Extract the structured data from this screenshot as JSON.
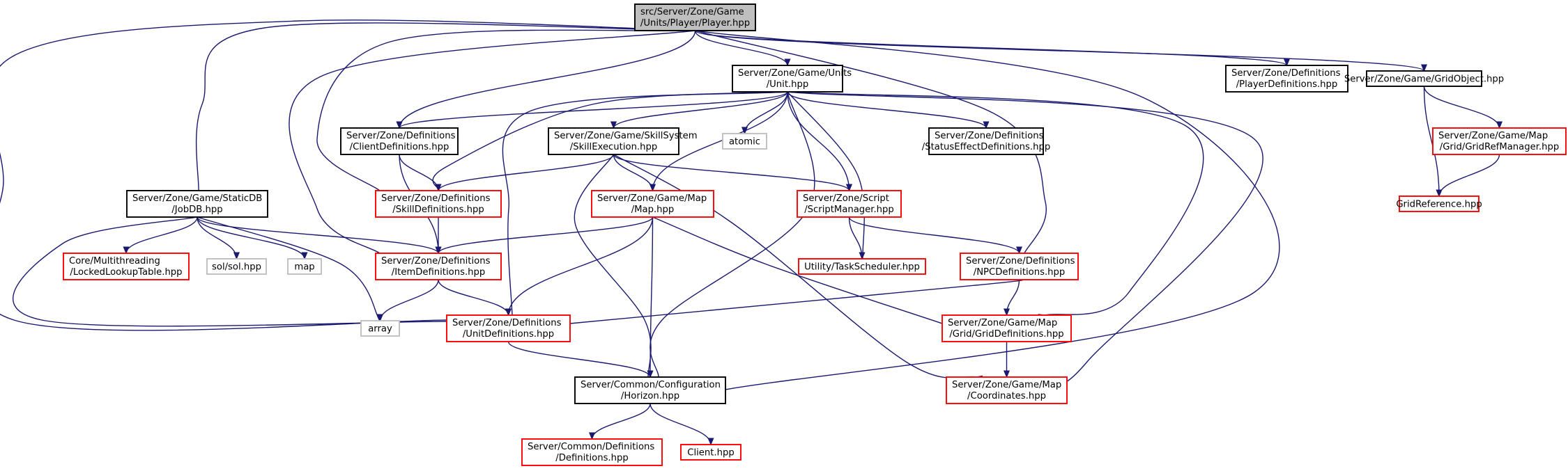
{
  "graph": {
    "nodes": [
      {
        "id": "player",
        "lines": [
          "src/Server/Zone/Game",
          "/Units/Player/Player.hpp"
        ],
        "style": "root"
      },
      {
        "id": "unit",
        "lines": [
          "Server/Zone/Game/Units",
          "/Unit.hpp"
        ],
        "style": "normal"
      },
      {
        "id": "playerdefs",
        "lines": [
          "Server/Zone/Definitions",
          "/PlayerDefinitions.hpp"
        ],
        "style": "normal"
      },
      {
        "id": "gridobject",
        "lines": [
          "Server/Zone/Game/GridObject.hpp"
        ],
        "style": "normal"
      },
      {
        "id": "clientdefs",
        "lines": [
          "Server/Zone/Definitions",
          "/ClientDefinitions.hpp"
        ],
        "style": "normal"
      },
      {
        "id": "skillexec",
        "lines": [
          "Server/Zone/Game/SkillSystem",
          "/SkillExecution.hpp"
        ],
        "style": "normal"
      },
      {
        "id": "atomic",
        "lines": [
          "atomic"
        ],
        "style": "external"
      },
      {
        "id": "statuseffect",
        "lines": [
          "Server/Zone/Definitions",
          "/StatusEffectDefinitions.hpp"
        ],
        "style": "normal"
      },
      {
        "id": "gridrefmgr",
        "lines": [
          "Server/Zone/Game/Map",
          "/Grid/GridRefManager.hpp"
        ],
        "style": "truncated"
      },
      {
        "id": "jobdb",
        "lines": [
          "Server/Zone/Game/StaticDB",
          "/JobDB.hpp"
        ],
        "style": "normal"
      },
      {
        "id": "skilldefs",
        "lines": [
          "Server/Zone/Definitions",
          "/SkillDefinitions.hpp"
        ],
        "style": "truncated"
      },
      {
        "id": "map",
        "lines": [
          "Server/Zone/Game/Map",
          "/Map.hpp"
        ],
        "style": "truncated"
      },
      {
        "id": "scriptmgr",
        "lines": [
          "Server/Zone/Script",
          "/ScriptManager.hpp"
        ],
        "style": "truncated"
      },
      {
        "id": "gridref",
        "lines": [
          "GridReference.hpp"
        ],
        "style": "truncated"
      },
      {
        "id": "locked",
        "lines": [
          "Core/Multithreading",
          "/LockedLookupTable.hpp"
        ],
        "style": "truncated"
      },
      {
        "id": "sol",
        "lines": [
          "sol/sol.hpp"
        ],
        "style": "external"
      },
      {
        "id": "mapstd",
        "lines": [
          "map"
        ],
        "style": "external"
      },
      {
        "id": "itemdefs",
        "lines": [
          "Server/Zone/Definitions",
          "/ItemDefinitions.hpp"
        ],
        "style": "truncated"
      },
      {
        "id": "taskscheduler",
        "lines": [
          "Utility/TaskScheduler.hpp"
        ],
        "style": "truncated"
      },
      {
        "id": "npcdefs",
        "lines": [
          "Server/Zone/Definitions",
          "/NPCDefinitions.hpp"
        ],
        "style": "truncated"
      },
      {
        "id": "array",
        "lines": [
          "array"
        ],
        "style": "external"
      },
      {
        "id": "unitdefs",
        "lines": [
          "Server/Zone/Definitions",
          "/UnitDefinitions.hpp"
        ],
        "style": "truncated"
      },
      {
        "id": "griddefs",
        "lines": [
          "Server/Zone/Game/Map",
          "/Grid/GridDefinitions.hpp"
        ],
        "style": "truncated"
      },
      {
        "id": "horizon",
        "lines": [
          "Server/Common/Configuration",
          "/Horizon.hpp"
        ],
        "style": "normal"
      },
      {
        "id": "coordinates",
        "lines": [
          "Server/Zone/Game/Map",
          "/Coordinates.hpp"
        ],
        "style": "truncated"
      },
      {
        "id": "commondefs",
        "lines": [
          "Server/Common/Definitions",
          "/Definitions.hpp"
        ],
        "style": "truncated"
      },
      {
        "id": "client",
        "lines": [
          "Client.hpp"
        ],
        "style": "truncated"
      }
    ],
    "edges": [
      [
        "player",
        "unit"
      ],
      [
        "player",
        "playerdefs"
      ],
      [
        "player",
        "gridobject"
      ],
      [
        "player",
        "clientdefs"
      ],
      [
        "player",
        "jobdb"
      ],
      [
        "player",
        "skilldefs"
      ],
      [
        "player",
        "itemdefs"
      ],
      [
        "player",
        "npcdefs"
      ],
      [
        "player",
        "unitdefs"
      ],
      [
        "player",
        "horizon"
      ],
      [
        "unit",
        "clientdefs"
      ],
      [
        "unit",
        "skillexec"
      ],
      [
        "unit",
        "atomic"
      ],
      [
        "unit",
        "statuseffect"
      ],
      [
        "unit",
        "skilldefs"
      ],
      [
        "unit",
        "map"
      ],
      [
        "unit",
        "scriptmgr"
      ],
      [
        "unit",
        "taskscheduler"
      ],
      [
        "unit",
        "unitdefs"
      ],
      [
        "unit",
        "griddefs"
      ],
      [
        "unit",
        "horizon"
      ],
      [
        "unit",
        "coordinates"
      ],
      [
        "gridobject",
        "gridrefmgr"
      ],
      [
        "gridobject",
        "gridref"
      ],
      [
        "gridrefmgr",
        "gridref"
      ],
      [
        "clientdefs",
        "skilldefs"
      ],
      [
        "clientdefs",
        "itemdefs"
      ],
      [
        "skillexec",
        "skilldefs"
      ],
      [
        "skillexec",
        "map"
      ],
      [
        "skillexec",
        "scriptmgr"
      ],
      [
        "skillexec",
        "horizon"
      ],
      [
        "skillexec",
        "coordinates"
      ],
      [
        "jobdb",
        "locked"
      ],
      [
        "jobdb",
        "sol"
      ],
      [
        "jobdb",
        "mapstd"
      ],
      [
        "jobdb",
        "itemdefs"
      ],
      [
        "jobdb",
        "array"
      ],
      [
        "jobdb",
        "unitdefs"
      ],
      [
        "skilldefs",
        "itemdefs"
      ],
      [
        "map",
        "itemdefs"
      ],
      [
        "map",
        "unitdefs"
      ],
      [
        "map",
        "horizon"
      ],
      [
        "map",
        "griddefs"
      ],
      [
        "scriptmgr",
        "taskscheduler"
      ],
      [
        "scriptmgr",
        "npcdefs"
      ],
      [
        "itemdefs",
        "array"
      ],
      [
        "itemdefs",
        "unitdefs"
      ],
      [
        "npcdefs",
        "unitdefs"
      ],
      [
        "npcdefs",
        "griddefs"
      ],
      [
        "unitdefs",
        "horizon"
      ],
      [
        "griddefs",
        "coordinates"
      ],
      [
        "horizon",
        "commondefs"
      ],
      [
        "horizon",
        "client"
      ]
    ],
    "colors": {
      "edge": "#191970",
      "root_fill": "#bfbfbf",
      "normal_border": "#000000",
      "truncated_border": "#ff0000",
      "external_border": "#bfbfbf"
    }
  }
}
